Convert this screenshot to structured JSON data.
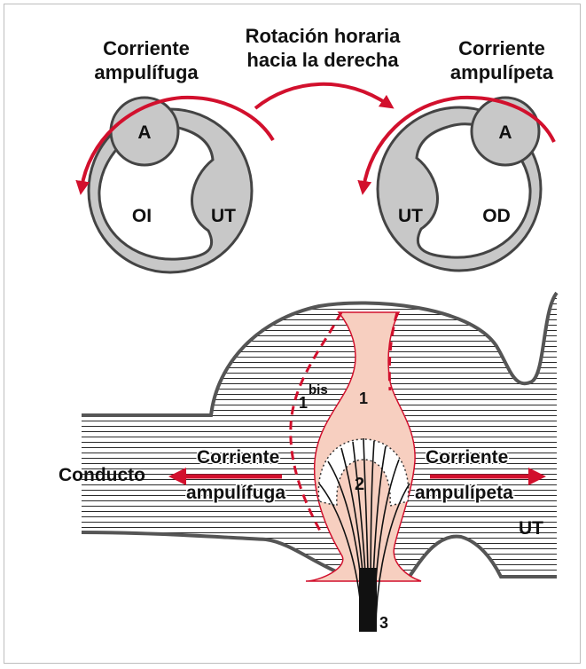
{
  "top": {
    "left_current": [
      "Corriente",
      "ampulífuga"
    ],
    "rotation": [
      "Rotación horaria",
      "hacia la derecha"
    ],
    "right_current": [
      "Corriente",
      "ampulípeta"
    ],
    "left_labels": {
      "ampulla": "A",
      "canal": "OI",
      "utricle": "UT"
    },
    "right_labels": {
      "ampulla": "A",
      "canal": "OD",
      "utricle": "UT"
    }
  },
  "bottom": {
    "conduct": "Conducto",
    "left_current": [
      "Corriente",
      "ampulífuga"
    ],
    "right_current": [
      "Corriente",
      "ampulípeta"
    ],
    "utricle": "UT",
    "label_1": "1",
    "label_1bis_num": "1",
    "label_1bis_sup": "bis",
    "label_2": "2",
    "label_3": "3"
  },
  "colors": {
    "arrow": "#d2102d",
    "gray_fill": "#c8c8c8",
    "crista": "#f7cfc0",
    "outline": "#444444"
  }
}
